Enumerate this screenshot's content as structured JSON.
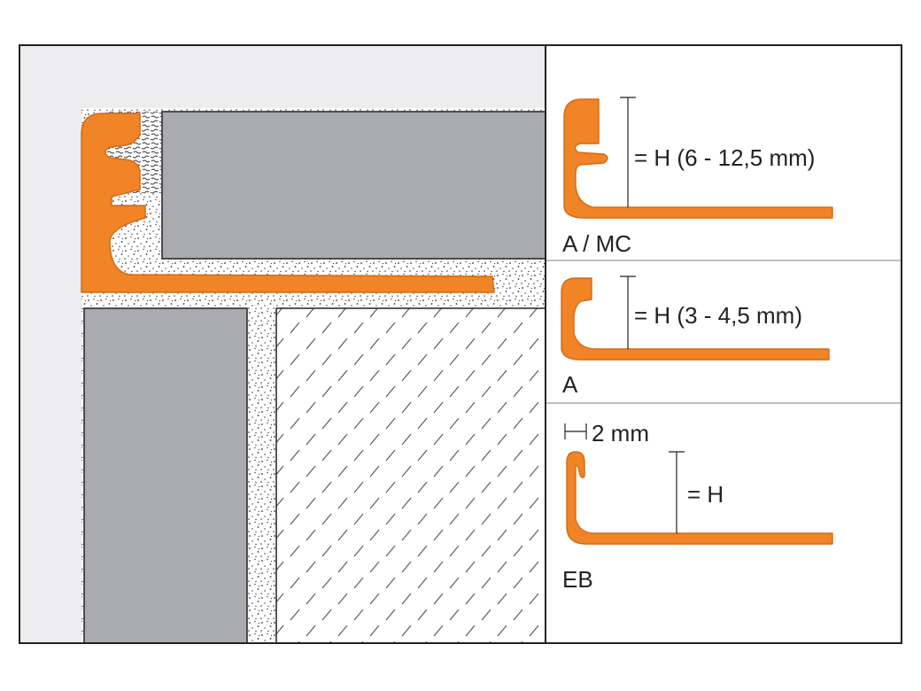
{
  "colors": {
    "orange": "#f08427",
    "orange_edge": "#d46a14",
    "tile": "#a9abae",
    "background": "#ededef",
    "frame": "#222222",
    "text": "#222222"
  },
  "profiles": [
    {
      "variant": "A / MC",
      "height_label": "= H (6 - 12,5 mm)"
    },
    {
      "variant": "A",
      "height_label": "= H (3 - 4,5 mm)"
    },
    {
      "variant": "EB",
      "height_label": "= H",
      "thickness_label": "2 mm"
    }
  ]
}
